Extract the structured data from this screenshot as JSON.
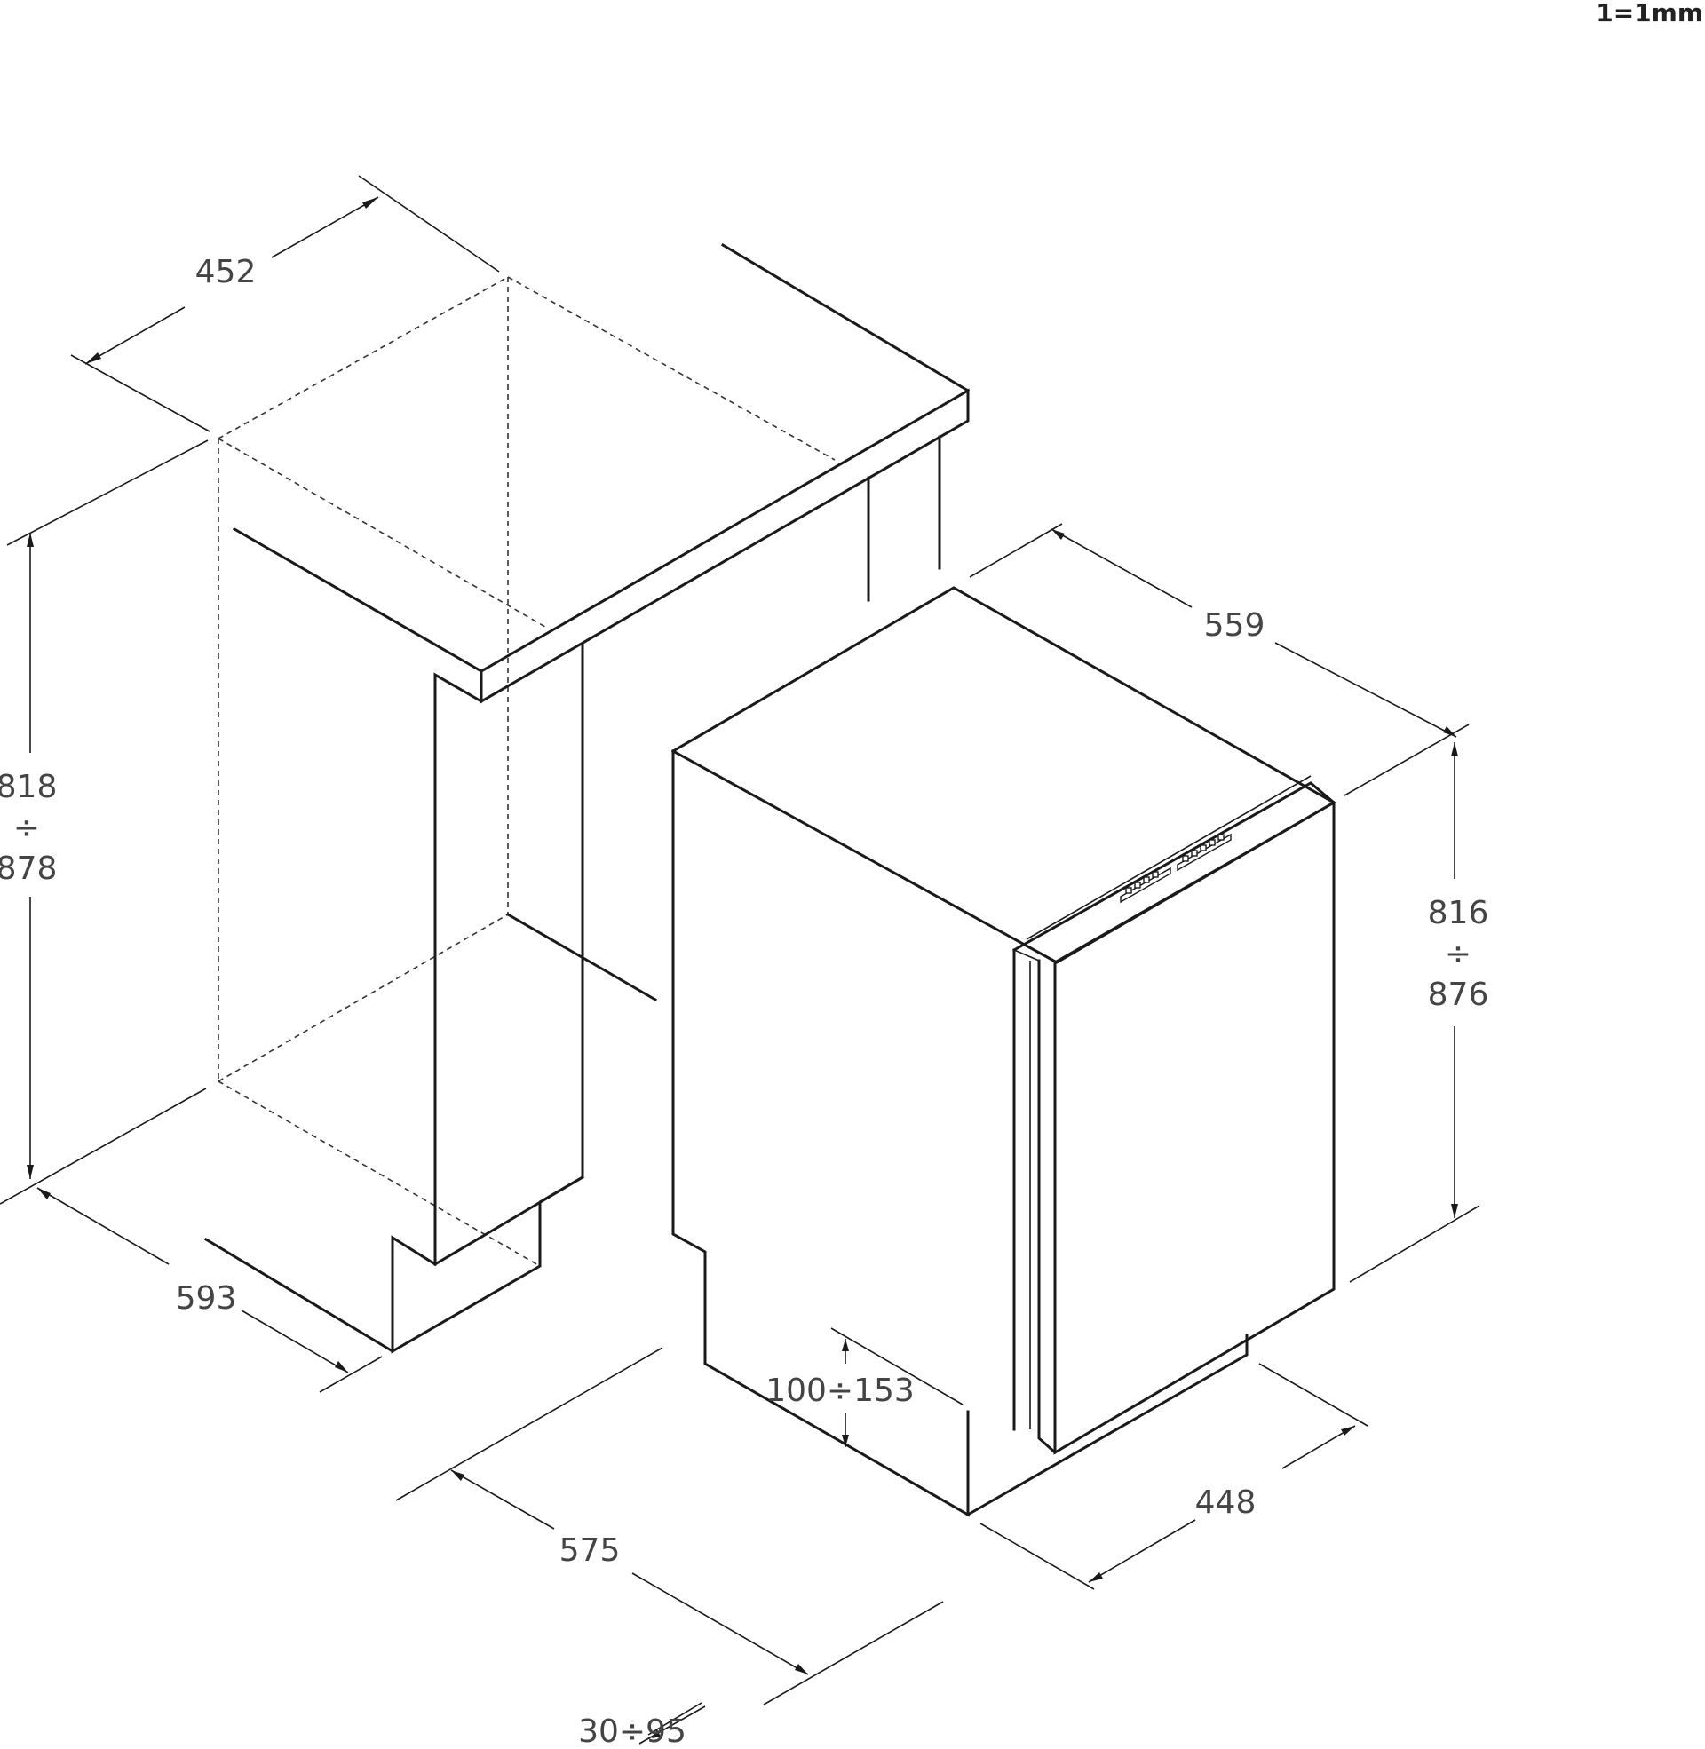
{
  "scale": "1=1mm",
  "dims": {
    "niche_width": "452",
    "niche_height_min": "818",
    "niche_height_sep": "÷",
    "niche_height_max": "878",
    "niche_depth": "593",
    "dw_depth": "559",
    "dw_height_min": "816",
    "dw_height_sep": "÷",
    "dw_height_max": "876",
    "dw_width": "448",
    "dw_plinth_depth": "575",
    "plinth_height": "100÷153",
    "plinth_recess": "30÷95"
  },
  "colors": {
    "lines": "#1a1a1a",
    "dim_text": "#444444",
    "background": "#ffffff"
  }
}
